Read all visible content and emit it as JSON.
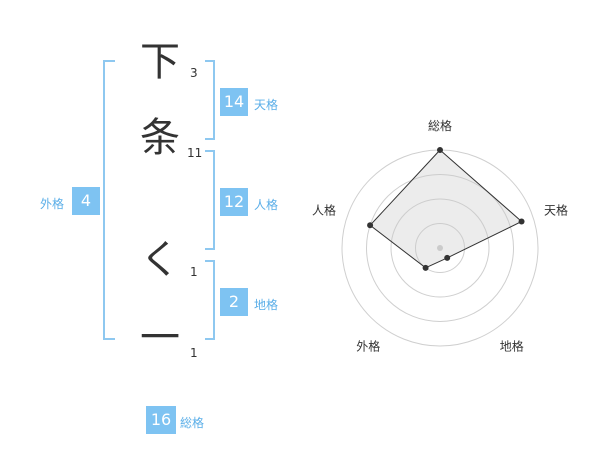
{
  "name": {
    "chars": [
      {
        "char": "下",
        "strokes": "3"
      },
      {
        "char": "条",
        "strokes": "11"
      },
      {
        "char": "く",
        "strokes": "1"
      },
      {
        "char": "一",
        "strokes": "1"
      }
    ]
  },
  "kaku": {
    "tenkaku": {
      "value": "14",
      "label": "天格"
    },
    "jinkaku": {
      "value": "12",
      "label": "人格"
    },
    "chikaku": {
      "value": "2",
      "label": "地格"
    },
    "gaikaku": {
      "value": "4",
      "label": "外格"
    },
    "soukaku": {
      "value": "16",
      "label": "総格"
    }
  },
  "chart_data": {
    "type": "radar",
    "axes": [
      "総格",
      "天格",
      "地格",
      "外格",
      "人格"
    ],
    "values": [
      16,
      14,
      2,
      4,
      12
    ],
    "rmax": 16,
    "rings": 4,
    "grid": true
  }
}
